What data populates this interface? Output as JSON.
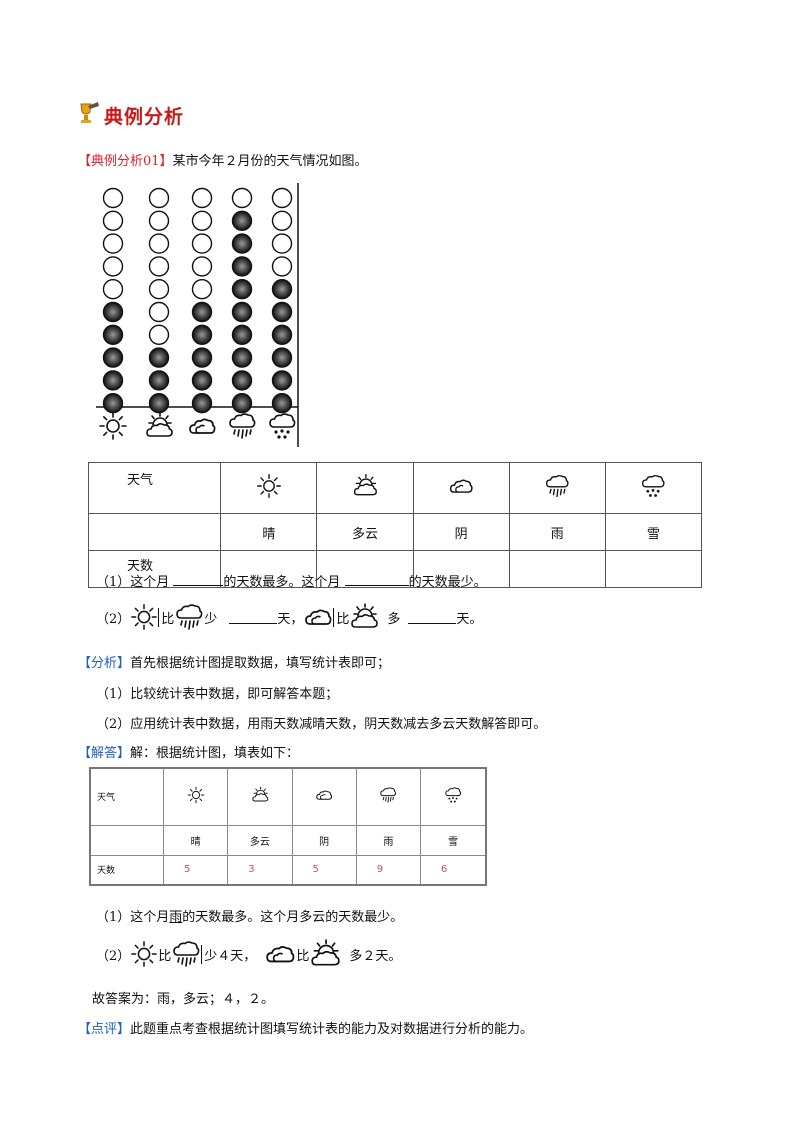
{
  "heading": {
    "title": "典例分析"
  },
  "problem": {
    "tag": "【典例分析01】",
    "text": "某市今年２月份的天气情况如图。"
  },
  "chart_data": {
    "type": "pictograph",
    "categories": [
      "晴",
      "多云",
      "阴",
      "雨",
      "雪"
    ],
    "icons": [
      "sun-icon",
      "partly-cloudy-icon",
      "cloudy-icon",
      "rain-icon",
      "snow-icon"
    ],
    "values": [
      5,
      3,
      5,
      9,
      6
    ],
    "ylim": [
      0,
      10
    ]
  },
  "table1": {
    "header_weather": "天气",
    "header_days": "天数",
    "columns": [
      "晴",
      "多云",
      "阴",
      "雨",
      "雪"
    ]
  },
  "q1": {
    "prefix": "（1）这个月",
    "mid": "的天数最多。这个月",
    "suffix": "的天数最少。"
  },
  "q2": {
    "prefix": "（2）",
    "bi": "比",
    "shao": "少",
    "tian": "天，",
    "bi2": "比",
    "duo": "多",
    "tian2": "天。"
  },
  "analysis": {
    "tag": "【分析】",
    "text": "首先根据统计图提取数据，填写统计表即可；",
    "step1": "（1）比较统计表中数据，即可解答本题；",
    "step2": "（2）应用统计表中数据，用雨天数减晴天数，阴天数减去多云天数解答即可。"
  },
  "solution": {
    "tag": "【解答】",
    "text": "解：根据统计图，填表如下：",
    "table_header_weather": "天气",
    "table_header_days": "天数",
    "columns": [
      "晴",
      "多云",
      "阴",
      "雨",
      "雪"
    ],
    "values": [
      "5",
      "3",
      "5",
      "9",
      "6"
    ],
    "ans1_prefix": "（1）这个月",
    "ans1_most": "雨",
    "ans1_mid": "的天数最多。这个月多云的天数最少。",
    "ans2_prefix": "（2）",
    "ans2_bi": "比",
    "ans2_shao": "少４天，",
    "ans2_bi2": "比",
    "ans2_duo": "多２天。",
    "final": "故答案为：雨，多云；４，２。"
  },
  "comment": {
    "tag": "【点评】",
    "text": "此题重点考查根据统计图填写统计表的能力及对数据进行分析的能力。"
  }
}
